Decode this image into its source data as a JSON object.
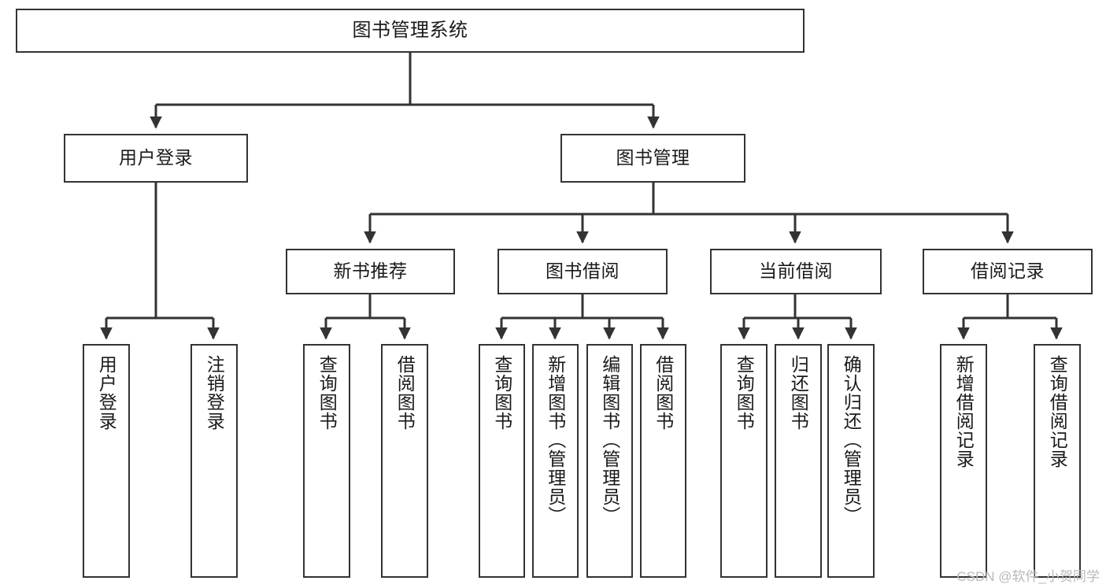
{
  "diagram": {
    "title": "图书管理系统",
    "type": "tree-hierarchy",
    "colors": {
      "box_border": "#333333",
      "box_fill": "#ffffff",
      "connector": "#333333",
      "text": "#1a1a1a",
      "watermark": "#b9b9b9",
      "background": "#ffffff"
    },
    "root": {
      "label": "图书管理系统"
    },
    "level2": [
      {
        "label": "用户登录"
      },
      {
        "label": "图书管理"
      }
    ],
    "level3": [
      {
        "label": "新书推荐"
      },
      {
        "label": "图书借阅"
      },
      {
        "label": "当前借阅"
      },
      {
        "label": "借阅记录"
      }
    ],
    "leaves": {
      "user_login": [
        {
          "label": "用户登录"
        },
        {
          "label": "注销登录"
        }
      ],
      "new_book": [
        {
          "label": "查询图书"
        },
        {
          "label": "借阅图书"
        }
      ],
      "book_borrow": [
        {
          "label": "查询图书"
        },
        {
          "label": "新增图书（管理员）"
        },
        {
          "label": "编辑图书（管理员）"
        },
        {
          "label": "借阅图书"
        }
      ],
      "current_borrow": [
        {
          "label": "查询图书"
        },
        {
          "label": "归还图书"
        },
        {
          "label": "确认归还（管理员）"
        }
      ],
      "borrow_record": [
        {
          "label": "新增借阅记录"
        },
        {
          "label": "查询借阅记录"
        }
      ]
    }
  },
  "watermark": {
    "text": "CSDN @软件_小贺同学"
  }
}
